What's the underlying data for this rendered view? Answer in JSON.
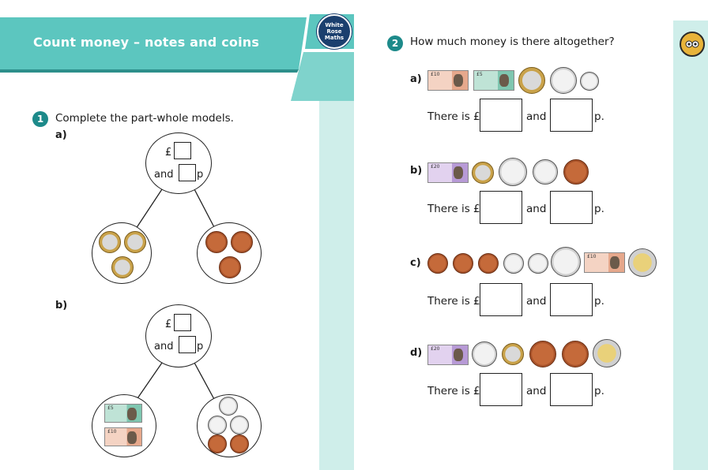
{
  "header": {
    "title": "Count money – notes and coins",
    "logo_lines": [
      "White",
      "Rose",
      "Maths"
    ]
  },
  "colors": {
    "teal": "#5cc6bf",
    "teal_dark": "#2d8f8b",
    "stripe": "#cfeeea",
    "badge": "#1d8a8a"
  },
  "q1": {
    "number": "1",
    "text": "Complete the part-whole models.",
    "a": {
      "label": "a)",
      "pound_prefix": "£",
      "and_text": "and",
      "p_suffix": "p"
    },
    "b": {
      "label": "b)",
      "pound_prefix": "£",
      "and_text": "and",
      "p_suffix": "p"
    }
  },
  "q2": {
    "number": "2",
    "text": "How much money is there altogether?",
    "sentence": {
      "start": "There is £",
      "and": "and",
      "end": "p."
    },
    "parts": [
      {
        "label": "a)",
        "items": [
          "note-10",
          "note-5",
          "coin-£1",
          "coin-50p",
          "coin-5p"
        ]
      },
      {
        "label": "b)",
        "items": [
          "note-20",
          "coin-£1",
          "coin-50p",
          "coin-10p",
          "coin-2p"
        ]
      },
      {
        "label": "c)",
        "items": [
          "coin-1p",
          "coin-1p",
          "coin-1p",
          "coin-5p",
          "coin-5p",
          "coin-20p",
          "note-10",
          "coin-£2"
        ]
      },
      {
        "label": "d)",
        "items": [
          "note-20",
          "coin-10p",
          "coin-£1",
          "coin-2p",
          "coin-2p",
          "coin-£2"
        ]
      }
    ]
  },
  "notes": {
    "five": "£5",
    "ten": "£10",
    "twenty": "£20"
  }
}
